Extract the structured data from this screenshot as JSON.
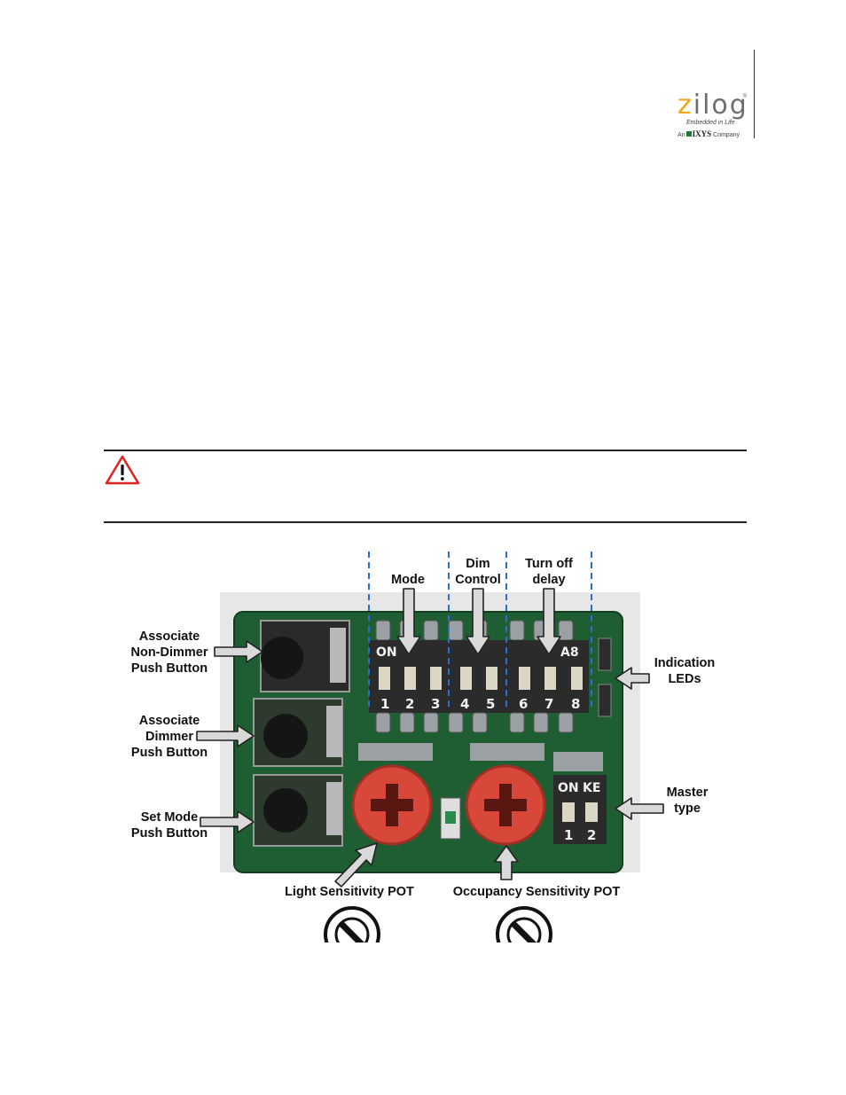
{
  "logo": {
    "brand": "zilog",
    "tagline": "Embedded in Life",
    "parent_prefix": "An",
    "parent": "IXYS",
    "parent_suffix": "Company",
    "registered": "®"
  },
  "warning": {
    "icon": "warning-triangle-icon"
  },
  "figure": {
    "labels": {
      "mode": "Mode",
      "dim_control_1": "Dim",
      "dim_control_2": "Control",
      "turn_off_1": "Turn off",
      "turn_off_2": "delay",
      "assoc_nd_1": "Associate",
      "assoc_nd_2": "Non-Dimmer",
      "assoc_nd_3": "Push Button",
      "assoc_d_1": "Associate",
      "assoc_d_2": "Dimmer",
      "assoc_d_3": "Push Button",
      "set_mode_1": "Set Mode",
      "set_mode_2": "Push Button",
      "indication_1": "Indication",
      "indication_2": "LEDs",
      "master_1": "Master",
      "master_2": "type",
      "light_pot": "Light Sensitivity POT",
      "occupancy_pot": "Occupancy Sensitivity POT"
    },
    "dip_main": {
      "on_label": "ON",
      "brand_mark": "A8",
      "numbers": [
        "1",
        "2",
        "3",
        "4",
        "5",
        "6",
        "7",
        "8"
      ]
    },
    "dip_master": {
      "on_label": "ON",
      "brand_mark": "KE",
      "numbers": [
        "1",
        "2"
      ]
    },
    "colors": {
      "pcb_green": "#1f5e32",
      "pot_red": "#d8483a",
      "divider_blue": "#2e6bd6",
      "arrow_fill": "#d9d9d9"
    }
  }
}
